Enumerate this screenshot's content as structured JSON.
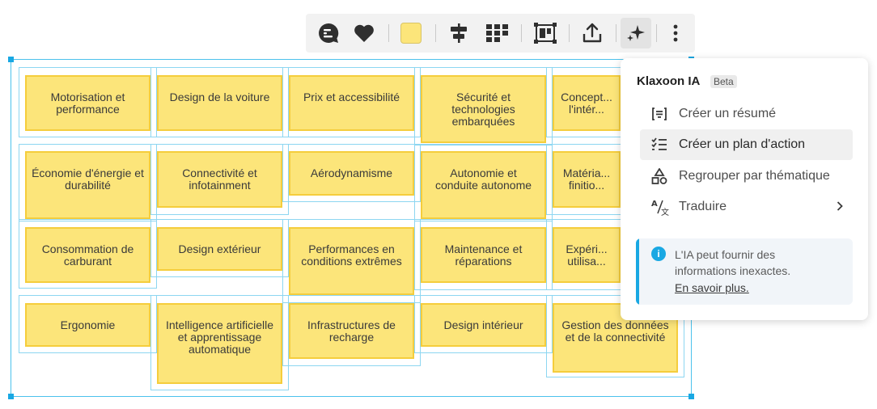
{
  "toolbar": {
    "buttons": [
      {
        "name": "comment-button",
        "icon": "comment-icon"
      },
      {
        "name": "reaction-button",
        "icon": "heart-icon"
      },
      {
        "name": "color-button",
        "icon": "color-swatch",
        "color": "#fce57a"
      },
      {
        "name": "align-button",
        "icon": "align-center-icon"
      },
      {
        "name": "grid-layout-button",
        "icon": "grid-icon"
      },
      {
        "name": "frame-button",
        "icon": "frame-icon"
      },
      {
        "name": "export-button",
        "icon": "upload-icon"
      },
      {
        "name": "ai-button",
        "icon": "sparkles-icon",
        "active": true
      },
      {
        "name": "more-button",
        "icon": "more-vertical-icon"
      }
    ]
  },
  "notes": [
    [
      "Motorisation et performance",
      "Design de la voiture",
      "Prix et accessibilité",
      "Sécurité et technologies embarquées",
      "Concept... l'intér..."
    ],
    [
      "Économie d'énergie et durabilité",
      "Connectivité et infotainment",
      "Aérodynamisme",
      "Autonomie et conduite autonome",
      "Matéria... finitio..."
    ],
    [
      "Consommation de carburant",
      "Design extérieur",
      "Performances en conditions extrêmes",
      "Maintenance et réparations",
      "Expéri... utilisa..."
    ],
    [
      "Ergonomie",
      "Intelligence artificielle et apprentissage automatique",
      "Infrastructures de recharge",
      "Design intérieur",
      "Gestion des données et de la connectivité"
    ]
  ],
  "ai_menu": {
    "title": "Klaxoon IA",
    "badge": "Beta",
    "items": [
      {
        "label": "Créer un résumé",
        "icon": "summary-icon"
      },
      {
        "label": "Créer un plan d'action",
        "icon": "checklist-icon"
      },
      {
        "label": "Regrouper par thématique",
        "icon": "shapes-icon"
      },
      {
        "label": "Traduire",
        "icon": "translate-icon"
      }
    ],
    "info_text": "L'IA peut fournir des informations inexactes.",
    "info_link": "En savoir plus."
  },
  "colors": {
    "accent": "#19a8e3",
    "note": "#fce57a",
    "note_border": "#f5cd3c"
  }
}
